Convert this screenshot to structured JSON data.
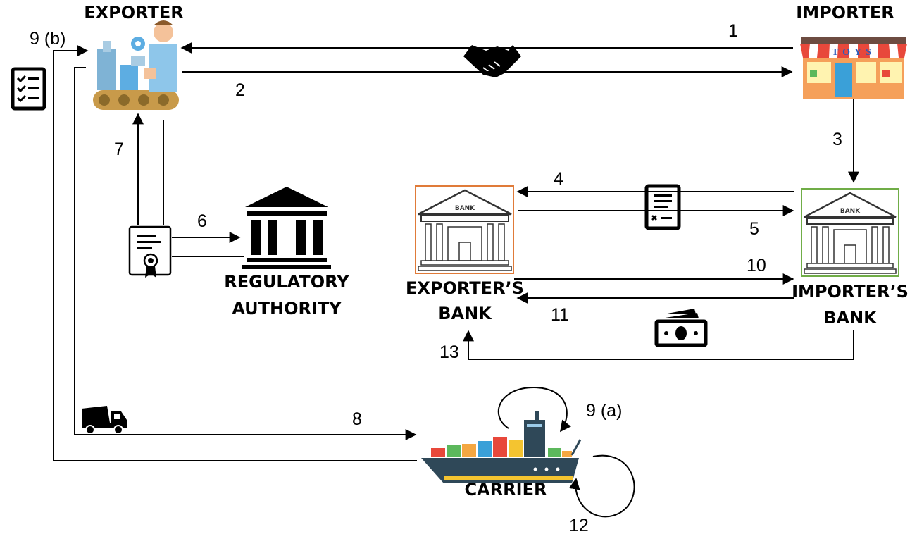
{
  "labels": {
    "exporter": "EXPORTER",
    "importer": "IMPORTER",
    "regulatory_1": "REGULATORY",
    "regulatory_2": "AUTHORITY",
    "exporters_bank_1": "EXPORTER’S",
    "exporters_bank_2": "BANK",
    "importers_bank_1": "IMPORTER’S",
    "importers_bank_2": "BANK",
    "carrier": "CARRIER"
  },
  "signs": {
    "bank": "BANK",
    "toys": "TOYS"
  },
  "steps": {
    "s1": "1",
    "s2": "2",
    "s3": "3",
    "s4": "4",
    "s5": "5",
    "s6": "6",
    "s7": "7",
    "s8": "8",
    "s9a": "9 (a)",
    "s9b": "9 (b)",
    "s10": "10",
    "s11": "11",
    "s12": "12",
    "s13": "13"
  },
  "colors": {
    "exporter_bank_border": "#e07b39",
    "importer_bank_border": "#70ad47",
    "ship_hull": "#2f4858",
    "ship_stripe": "#f4c430",
    "shop_awning": "#e8483b"
  },
  "icons": [
    "checklist-icon",
    "handshake-icon",
    "certificate-icon",
    "document-icon",
    "money-icon",
    "truck-icon",
    "factory-worker-icon",
    "toy-shop-icon",
    "bank-icon",
    "government-building-icon",
    "cargo-ship-icon"
  ]
}
